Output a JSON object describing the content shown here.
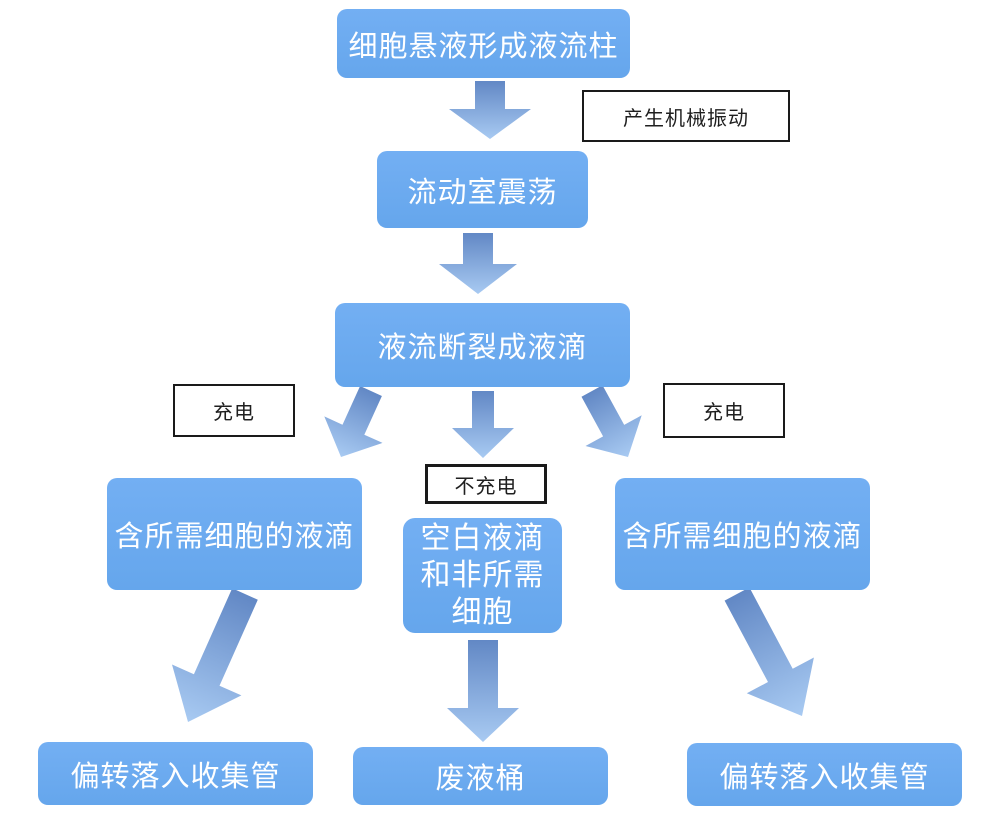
{
  "colors": {
    "background": "#FFFFFF",
    "box-fill-top": "#73AFF3",
    "box-fill-bottom": "#65A6EC",
    "box-text": "#FFFFFF",
    "arrow-dark": "#6288C5",
    "arrow-light": "#A8CAF2",
    "label-border": "#1A1A1A",
    "label-text": "#1F1F1F"
  },
  "nodes": {
    "cell_suspension": {
      "label": "细胞悬液形成液流柱"
    },
    "flow_chamber": {
      "label": "流动室震荡"
    },
    "droplet_breakup": {
      "label": "液流断裂成液滴"
    },
    "desired_left": {
      "label": "含所需细胞的液滴"
    },
    "blank": {
      "lines": [
        "空白液滴",
        "和非所需",
        "细胞"
      ]
    },
    "desired_right": {
      "label": "含所需细胞的液滴"
    },
    "collect_left": {
      "label": "偏转落入收集管"
    },
    "waste": {
      "label": "废液桶"
    },
    "collect_right": {
      "label": "偏转落入收集管"
    }
  },
  "annotations": {
    "mechanical_vibration": "产生机械振动",
    "charge_left": "充电",
    "no_charge": "不充电",
    "charge_right": "充电"
  }
}
